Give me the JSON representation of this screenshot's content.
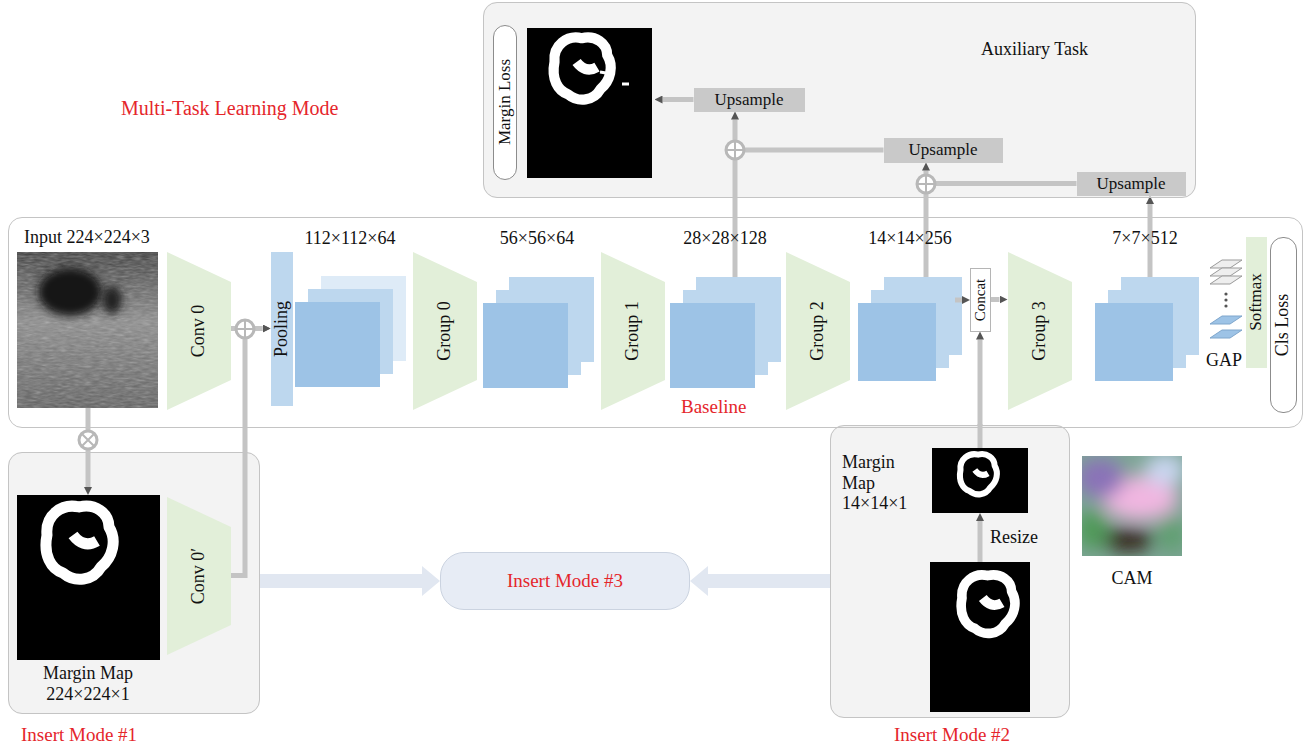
{
  "diagram": {
    "nodes": [
      {
        "text": [
          "Auxiliary Task"
        ]
      },
      {
        "text": [
          "Margin Loss"
        ],
        "in": 0
      },
      {
        "text": [
          "Upsample"
        ],
        "in": 0
      },
      {
        "text": [
          "Upsample"
        ],
        "in": 0
      },
      {
        "text": [
          "Upsample"
        ],
        "in": 0
      },
      {
        "text": [
          "Baseline"
        ]
      },
      {
        "text": [
          "Conv 0"
        ],
        "in": 5
      },
      {
        "text": [
          "Pooling"
        ],
        "in": 5
      },
      {
        "text": [
          "Group 0"
        ],
        "in": 5
      },
      {
        "text": [
          "Group 1"
        ],
        "in": 5
      },
      {
        "text": [
          "Group 2"
        ],
        "in": 5
      },
      {
        "text": [
          "Concat"
        ],
        "in": 5
      },
      {
        "text": [
          "Group 3"
        ],
        "in": 5
      },
      {
        "text": [
          "Softmax"
        ],
        "in": 5
      },
      {
        "text": [
          "Cls Loss"
        ],
        "in": 5
      },
      {
        "text": [
          "Insert Mode #1"
        ]
      },
      {
        "text": [
          "Conv 0′"
        ],
        "in": 15
      },
      {
        "text": [
          "Insert Mode #3"
        ]
      },
      {
        "text": [
          "Insert Mode #2"
        ]
      }
    ],
    "edges": [
      {
        "from": 4,
        "to": 3,
        "arrow": "to"
      },
      {
        "from": 3,
        "to": 2,
        "arrow": "to"
      },
      {
        "from": 2,
        "to": 1,
        "arrow": "to"
      },
      {
        "from": 6,
        "to": 7,
        "arrow": "to"
      },
      {
        "from": 16,
        "to": 7,
        "arrow": "to"
      },
      {
        "from": 11,
        "to": 12,
        "arrow": "to"
      },
      {
        "from": 18,
        "to": 11,
        "arrow": "to"
      },
      {
        "from": 15,
        "to": 17,
        "arrow": "to"
      },
      {
        "from": 18,
        "to": 17,
        "arrow": "to"
      }
    ],
    "labels": [
      "Multi-Task Learning Mode",
      "Input 224×224×3",
      "112×112×64",
      "56×56×64",
      "28×28×128",
      "14×14×256",
      "7×7×512",
      "GAP",
      "Margin Map 224×224×1",
      "Margin Map 14×14×1",
      "Resize",
      "CAM"
    ]
  }
}
